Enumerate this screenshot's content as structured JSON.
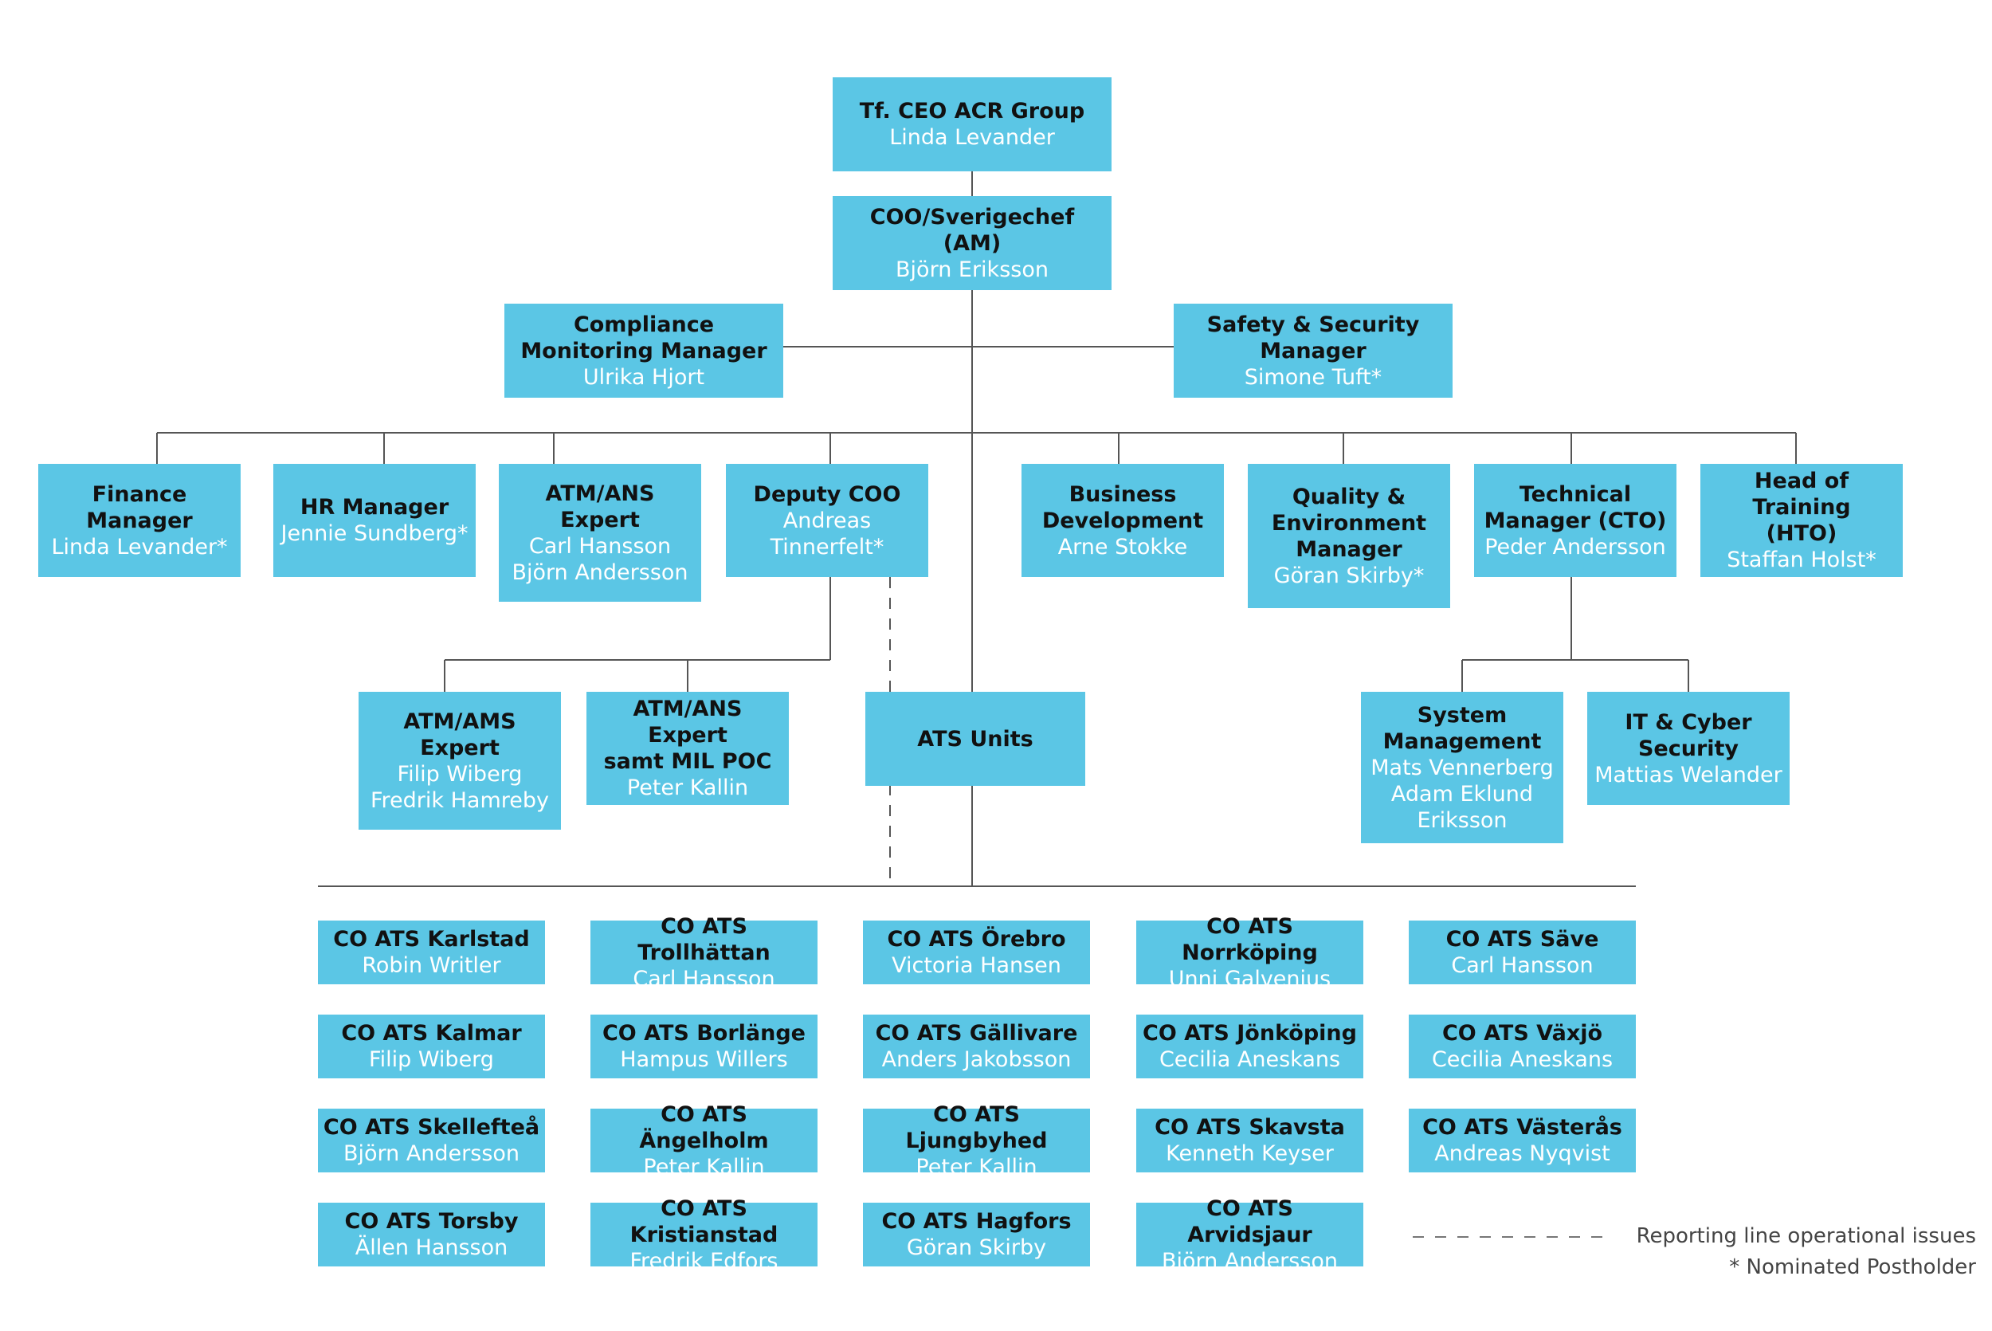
{
  "nodes": {
    "ceo": {
      "title": "Tf. CEO ACR Group",
      "name": "Linda Levander"
    },
    "coo": {
      "title": "COO/Sverigechef (AM)",
      "name": "Björn Eriksson"
    },
    "compliance": {
      "title": "Compliance\nMonitoring Manager",
      "name": "Ulrika Hjort"
    },
    "safety": {
      "title": "Safety & Security\nManager",
      "name": "Simone Tuft*"
    },
    "finance": {
      "title": "Finance Manager",
      "name": "Linda Levander*"
    },
    "hr": {
      "title": "HR Manager",
      "name": "Jennie Sundberg*"
    },
    "atmans_expert": {
      "title": "ATM/ANS\nExpert",
      "name": "Carl Hansson\nBjörn Andersson"
    },
    "deputy_coo": {
      "title": "Deputy COO",
      "name": "Andreas\nTinnerfelt*"
    },
    "business_dev": {
      "title": "Business\nDevelopment",
      "name": "Arne Stokke"
    },
    "quality": {
      "title": "Quality &\nEnvironment\nManager",
      "name": "Göran Skirby*"
    },
    "technical": {
      "title": "Technical\nManager (CTO)",
      "name": "Peder Andersson"
    },
    "training": {
      "title": "Head of Training\n(HTO)",
      "name": "Staffan Holst*"
    },
    "atmams_expert": {
      "title": "ATM/AMS\nExpert",
      "name": "Filip Wiberg\nFredrik Hamreby"
    },
    "atmans_mil": {
      "title": "ATM/ANS Expert\nsamt MIL POC",
      "name": "Peter Kallin"
    },
    "ats_units": {
      "title": "ATS Units",
      "name": ""
    },
    "system_mgmt": {
      "title": "System\nManagement",
      "name": "Mats Vennerberg\nAdam Eklund\nEriksson"
    },
    "it_cyber": {
      "title": "IT & Cyber\nSecurity",
      "name": "Mattias Welander"
    }
  },
  "units": [
    [
      {
        "title": "CO ATS Karlstad",
        "name": "Robin Writler"
      },
      {
        "title": "CO ATS Kalmar",
        "name": "Filip Wiberg"
      },
      {
        "title": "CO ATS Skellefteå",
        "name": "Björn Andersson"
      },
      {
        "title": "CO ATS Torsby",
        "name": "Ällen Hansson"
      }
    ],
    [
      {
        "title": "CO ATS Trollhättan",
        "name": "Carl Hansson"
      },
      {
        "title": "CO ATS Borlänge",
        "name": "Hampus Willers"
      },
      {
        "title": "CO ATS Ängelholm",
        "name": "Peter Kallin"
      },
      {
        "title": "CO ATS Kristianstad",
        "name": "Fredrik Edfors"
      }
    ],
    [
      {
        "title": "CO ATS Örebro",
        "name": "Victoria Hansen"
      },
      {
        "title": "CO ATS Gällivare",
        "name": "Anders Jakobsson"
      },
      {
        "title": "CO ATS Ljungbyhed",
        "name": "Peter Kallin"
      },
      {
        "title": "CO ATS Hagfors",
        "name": "Göran Skirby"
      }
    ],
    [
      {
        "title": "CO ATS Norrköping",
        "name": "Unni Galvenius"
      },
      {
        "title": "CO ATS Jönköping",
        "name": "Cecilia Aneskans"
      },
      {
        "title": "CO ATS Skavsta",
        "name": "Kenneth Keyser"
      },
      {
        "title": "CO ATS Arvidsjaur",
        "name": "Björn Andersson"
      }
    ],
    [
      {
        "title": "CO ATS Säve",
        "name": "Carl Hansson"
      },
      {
        "title": "CO ATS Växjö",
        "name": "Cecilia Aneskans"
      },
      {
        "title": "CO ATS Västerås",
        "name": "Andreas Nyqvist"
      }
    ]
  ],
  "legend": {
    "dashed": "Reporting line operational issues",
    "nominated": "* Nominated Postholder"
  },
  "colors": {
    "box": "#5bc6e5",
    "title_text": "#111111",
    "name_text": "#ffffff",
    "line": "#555555"
  }
}
